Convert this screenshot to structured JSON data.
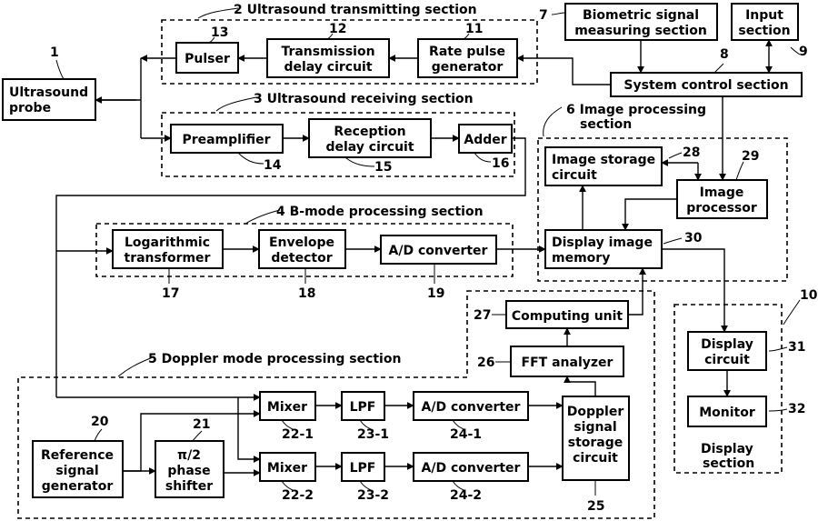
{
  "blocks": {
    "probe": [
      "Ultrasound",
      "probe"
    ],
    "pulser": [
      "Pulser"
    ],
    "tx_delay": [
      "Transmission",
      "delay circuit"
    ],
    "rate_pulse": [
      "Rate pulse",
      "generator"
    ],
    "biometric": [
      "Biometric signal",
      "measuring section"
    ],
    "input": [
      "Input",
      "section"
    ],
    "system_control": [
      "System control section"
    ],
    "preamp": [
      "Preamplifier"
    ],
    "rx_delay": [
      "Reception",
      "delay circuit"
    ],
    "adder": [
      "Adder"
    ],
    "image_storage": [
      "Image storage",
      "circuit"
    ],
    "image_processor": [
      "Image",
      "processor"
    ],
    "display_memory": [
      "Display image",
      "memory"
    ],
    "log_transformer": [
      "Logarithmic",
      "transformer"
    ],
    "envelope": [
      "Envelope",
      "detector"
    ],
    "ad_b": [
      "A/D converter"
    ],
    "computing": [
      "Computing unit"
    ],
    "fft": [
      "FFT analyzer"
    ],
    "mixer1": [
      "Mixer"
    ],
    "mixer2": [
      "Mixer"
    ],
    "lpf1": [
      "LPF"
    ],
    "lpf2": [
      "LPF"
    ],
    "ad1": [
      "A/D converter"
    ],
    "ad2": [
      "A/D converter"
    ],
    "doppler_storage": [
      "Doppler",
      "signal",
      "storage",
      "circuit"
    ],
    "ref_gen": [
      "Reference",
      "signal",
      "generator"
    ],
    "phase_shifter": [
      "π/2",
      "phase",
      "shifter"
    ],
    "display_circuit": [
      "Display",
      "circuit"
    ],
    "monitor": [
      "Monitor"
    ]
  },
  "sections": {
    "tx": "2 Ultrasound transmitting section",
    "rx": "3 Ultrasound receiving section",
    "bmode": "4 B-mode processing section",
    "doppler": "5 Doppler mode processing section",
    "image": [
      "6 Image processing",
      "section"
    ],
    "display": [
      "Display",
      "section"
    ]
  },
  "refs": {
    "r1": "1",
    "r7": "7",
    "r8": "8",
    "r9": "9",
    "r10": "10",
    "r11": "11",
    "r12": "12",
    "r13": "13",
    "r14": "14",
    "r15": "15",
    "r16": "16",
    "r17": "17",
    "r18": "18",
    "r19": "19",
    "r20": "20",
    "r21": "21",
    "r22_1": "22-1",
    "r22_2": "22-2",
    "r23_1": "23-1",
    "r23_2": "23-2",
    "r24_1": "24-1",
    "r24_2": "24-2",
    "r25": "25",
    "r26": "26",
    "r27": "27",
    "r28": "28",
    "r29": "29",
    "r30": "30",
    "r31": "31",
    "r32": "32"
  }
}
